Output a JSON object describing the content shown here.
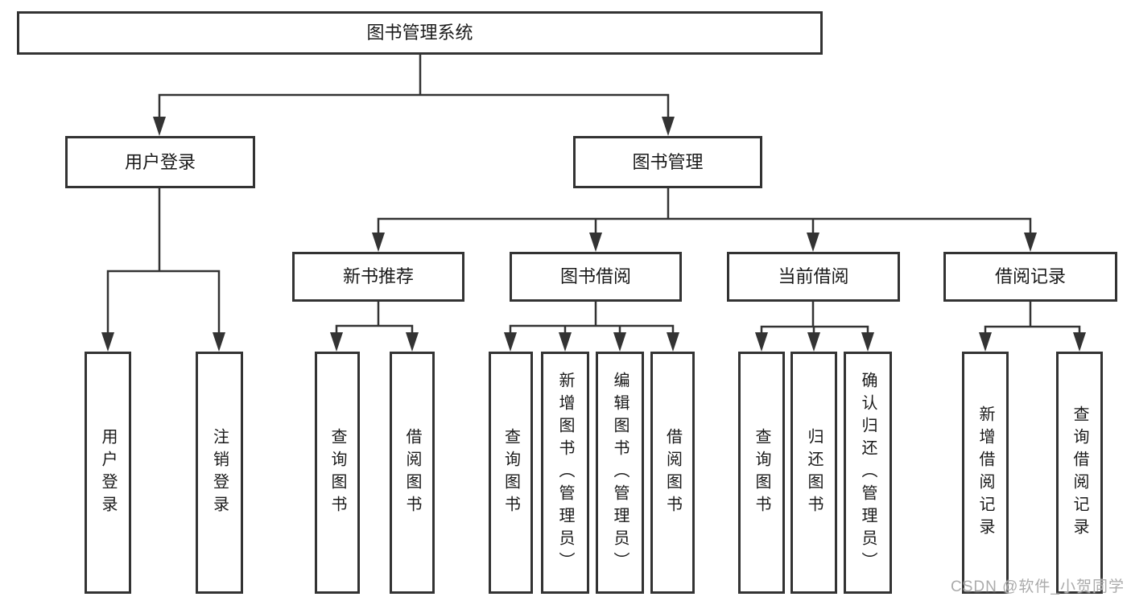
{
  "nodes": {
    "root": {
      "label": "图书管理系统"
    },
    "level2": [
      {
        "label": "用户登录"
      },
      {
        "label": "图书管理"
      }
    ],
    "level3": [
      {
        "label": "新书推荐"
      },
      {
        "label": "图书借阅"
      },
      {
        "label": "当前借阅"
      },
      {
        "label": "借阅记录"
      }
    ],
    "leaves": {
      "user_login": [
        {
          "label": "用户登录"
        },
        {
          "label": "注销登录"
        }
      ],
      "new_book": [
        {
          "label": "查询图书"
        },
        {
          "label": "借阅图书"
        }
      ],
      "book_borrow": [
        {
          "label": "查询图书"
        },
        {
          "label": "新增图书（管理员）"
        },
        {
          "label": "编辑图书（管理员）"
        },
        {
          "label": "借阅图书"
        }
      ],
      "current_borrow": [
        {
          "label": "查询图书"
        },
        {
          "label": "归还图书"
        },
        {
          "label": "确认归还（管理员）"
        }
      ],
      "borrow_records": [
        {
          "label": "新增借阅记录"
        },
        {
          "label": "查询借阅记录"
        }
      ]
    }
  },
  "watermark": {
    "text": "CSDN @软件_小贺同学"
  },
  "colors": {
    "line": "#333333",
    "box_border": "#333333",
    "text": "#1a1a1a",
    "watermark": "#ababab",
    "background": "#ffffff"
  }
}
